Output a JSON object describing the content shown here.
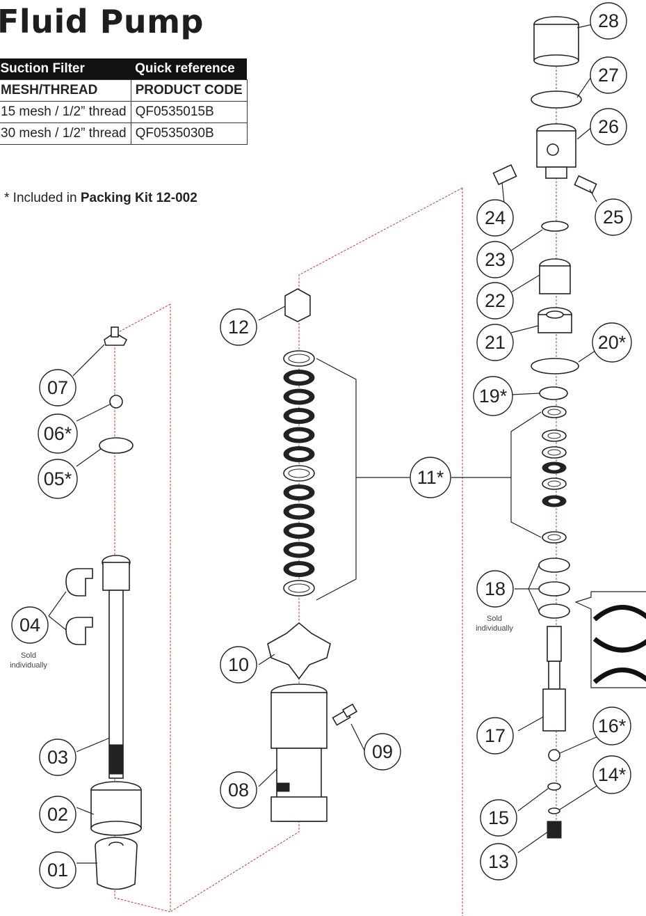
{
  "title": "Fluid Pump",
  "filter_table": {
    "headers": [
      "Suction Filter",
      "Quick reference"
    ],
    "subheaders": [
      "MESH/THREAD",
      "PRODUCT CODE"
    ],
    "rows": [
      [
        "15 mesh / 1/2” thread",
        "QF0535015B"
      ],
      [
        "30 mesh / 1/2” thread",
        "QF0535030B"
      ]
    ]
  },
  "kit_note": {
    "prefix": "* Included in ",
    "kit": "Packing Kit 12-002"
  },
  "sold_individually": {
    "line1": "Sold",
    "line2": "individually"
  },
  "parts": {
    "p01": "01",
    "p02": "02",
    "p03": "03",
    "p04": "04",
    "p05": "05*",
    "p06": "06*",
    "p07": "07",
    "p08": "08",
    "p09": "09",
    "p10": "10",
    "p11": "11*",
    "p12": "12",
    "p13": "13",
    "p14": "14*",
    "p15": "15",
    "p16": "16*",
    "p17": "17",
    "p18": "18",
    "p19": "19*",
    "p20": "20*",
    "p21": "21",
    "p22": "22",
    "p23": "23",
    "p24": "24",
    "p25": "25",
    "p26": "26",
    "p27": "27",
    "p28": "28"
  },
  "colors": {
    "axis": "#c0392b",
    "line": "#222222",
    "header_bg": "#111111"
  }
}
